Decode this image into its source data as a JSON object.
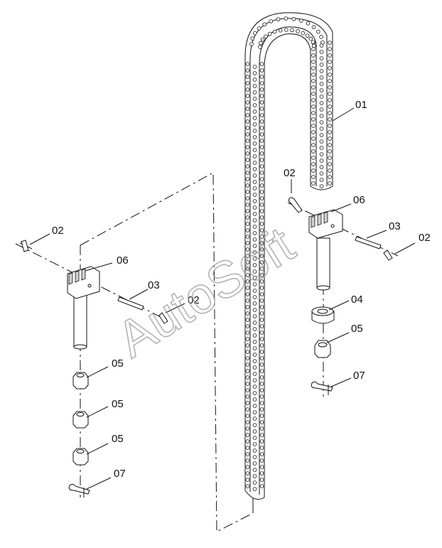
{
  "callouts": {
    "chain": "01",
    "pin_upper_right": "02",
    "pin_right": "02",
    "pin_left": "02",
    "pin_left_lower": "02",
    "pin_long_right": "03",
    "pin_long_left": "03",
    "bushing_right": "04",
    "nut_right": "05",
    "nut_left_1": "05",
    "nut_left_2": "05",
    "nut_left_3": "05",
    "anchor_right": "06",
    "anchor_left": "06",
    "clip_right": "07",
    "clip_left": "07"
  },
  "watermark": "AutoSoft"
}
